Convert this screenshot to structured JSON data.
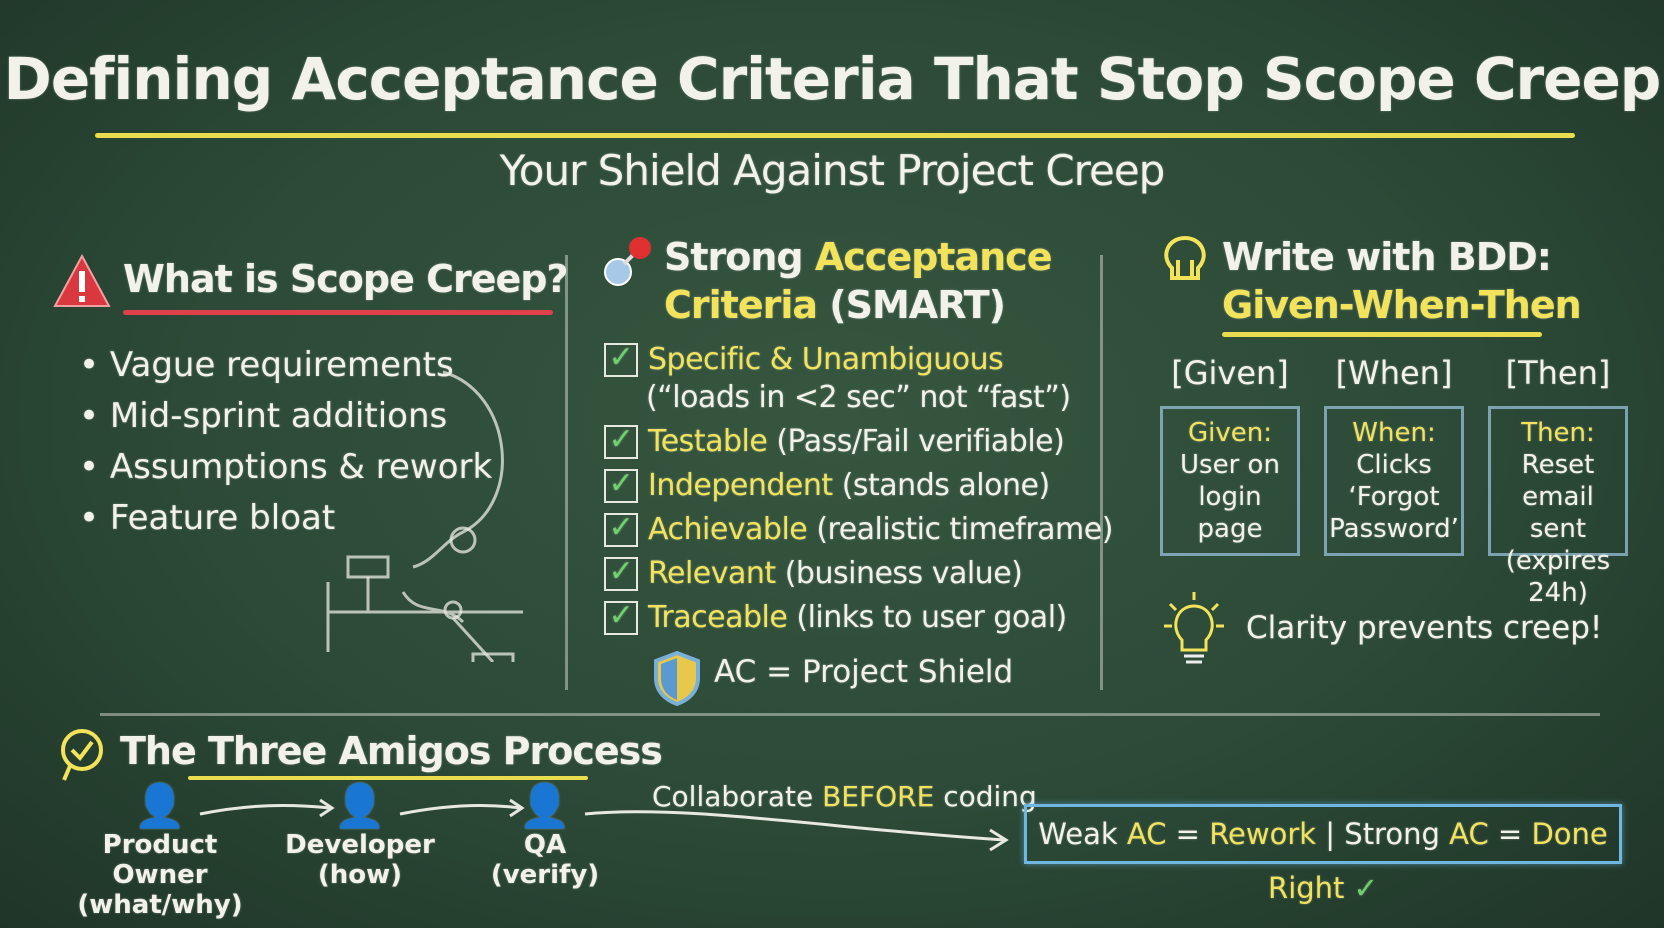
{
  "title": "Defining Acceptance Criteria That Stop Scope Creep",
  "subtitle": "Your Shield Against Project Creep",
  "scope_creep": {
    "icon": "warning-icon",
    "heading": "What is Scope Creep?",
    "items": [
      "Vague requirements",
      "Mid-sprint additions",
      "Assumptions & rework",
      "Feature bloat"
    ]
  },
  "smart": {
    "icon": "pushpin-icon",
    "heading_part1": "Strong",
    "heading_part2": "Acceptance",
    "heading_part3": "Criteria",
    "heading_part4": "(SMART)",
    "items": [
      {
        "term": "Specific & Unambiguous",
        "desc": ""
      },
      {
        "term": "Testable",
        "desc": "(Pass/Fail verifiable)"
      },
      {
        "term": "Independent",
        "desc": "(stands alone)"
      },
      {
        "term": "Achievable",
        "desc": "(realistic timeframe)"
      },
      {
        "term": "Relevant",
        "desc": "(business value)"
      },
      {
        "term": "Traceable",
        "desc": "(links to user goal)"
      }
    ],
    "specific_example": "(“loads in <2 sec” not “fast”)",
    "shield_label": "AC = Project Shield"
  },
  "bdd": {
    "icon": "lightbulb-icon",
    "heading_part1": "Write with BDD:",
    "heading_part2": "Given-When-Then",
    "columns": [
      {
        "header": "[Given]",
        "label": "Given:",
        "text": "User on login page"
      },
      {
        "header": "[When]",
        "label": "When:",
        "text": "Clicks ‘Forgot Password’"
      },
      {
        "header": "[Then]",
        "label": "Then:",
        "text": "Reset email sent (expires 24h)"
      }
    ],
    "tip": "Clarity prevents creep!"
  },
  "amigos": {
    "icon": "check-circle-icon",
    "heading": "The Three Amigos Process",
    "people": [
      {
        "role": "Product Owner",
        "sub": "(what/why)"
      },
      {
        "role": "Developer",
        "sub": "(how)"
      },
      {
        "role": "QA",
        "sub": "(verify)"
      }
    ],
    "collab_1": "Collaborate",
    "collab_2": "BEFORE",
    "collab_3": "coding"
  },
  "summary": {
    "weak": "Weak",
    "ac1": "AC",
    "eq1": "=",
    "rework": "Rework",
    "sep": "|",
    "strong": "Strong",
    "ac2": "AC",
    "eq2": "=",
    "done": "Done Right",
    "check": "✓"
  },
  "colors": {
    "board": "#2c4a37",
    "chalk_yellow": "#f3e35a",
    "underline_red": "#e0404a",
    "box_blue": "#6fb6e0",
    "check_green": "#6ed26a"
  }
}
